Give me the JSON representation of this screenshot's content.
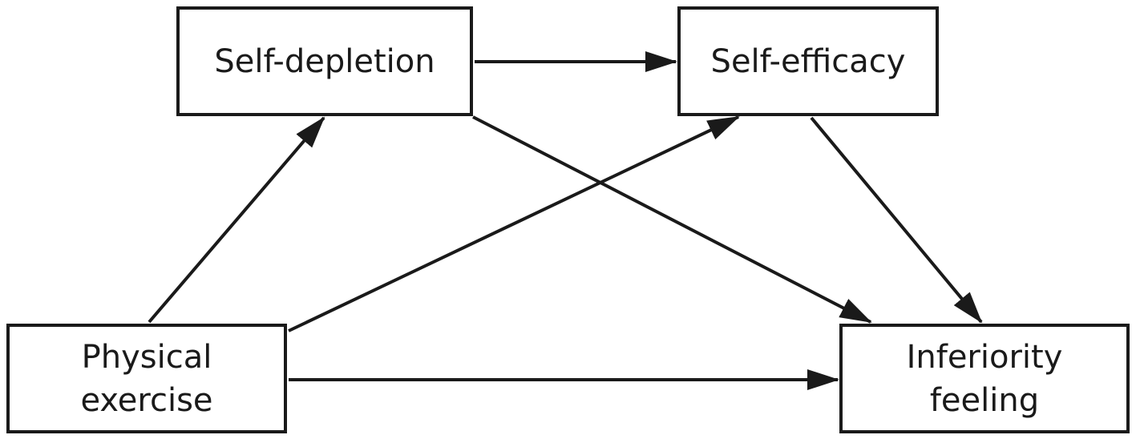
{
  "nodes": {
    "self_depletion": {
      "label": "Self-depletion"
    },
    "self_efficacy": {
      "label": "Self-efficacy"
    },
    "physical_exercise": {
      "line1": "Physical",
      "line2": "exercise"
    },
    "inferiority_feeling": {
      "line1": "Inferiority",
      "line2": "feeling"
    }
  },
  "edges": [
    {
      "from": "physical_exercise",
      "to": "self_depletion"
    },
    {
      "from": "physical_exercise",
      "to": "self_efficacy"
    },
    {
      "from": "physical_exercise",
      "to": "inferiority_feeling"
    },
    {
      "from": "self_depletion",
      "to": "self_efficacy"
    },
    {
      "from": "self_depletion",
      "to": "inferiority_feeling"
    },
    {
      "from": "self_efficacy",
      "to": "inferiority_feeling"
    }
  ],
  "colors": {
    "stroke": "#1a1a1a",
    "background": "#ffffff"
  }
}
